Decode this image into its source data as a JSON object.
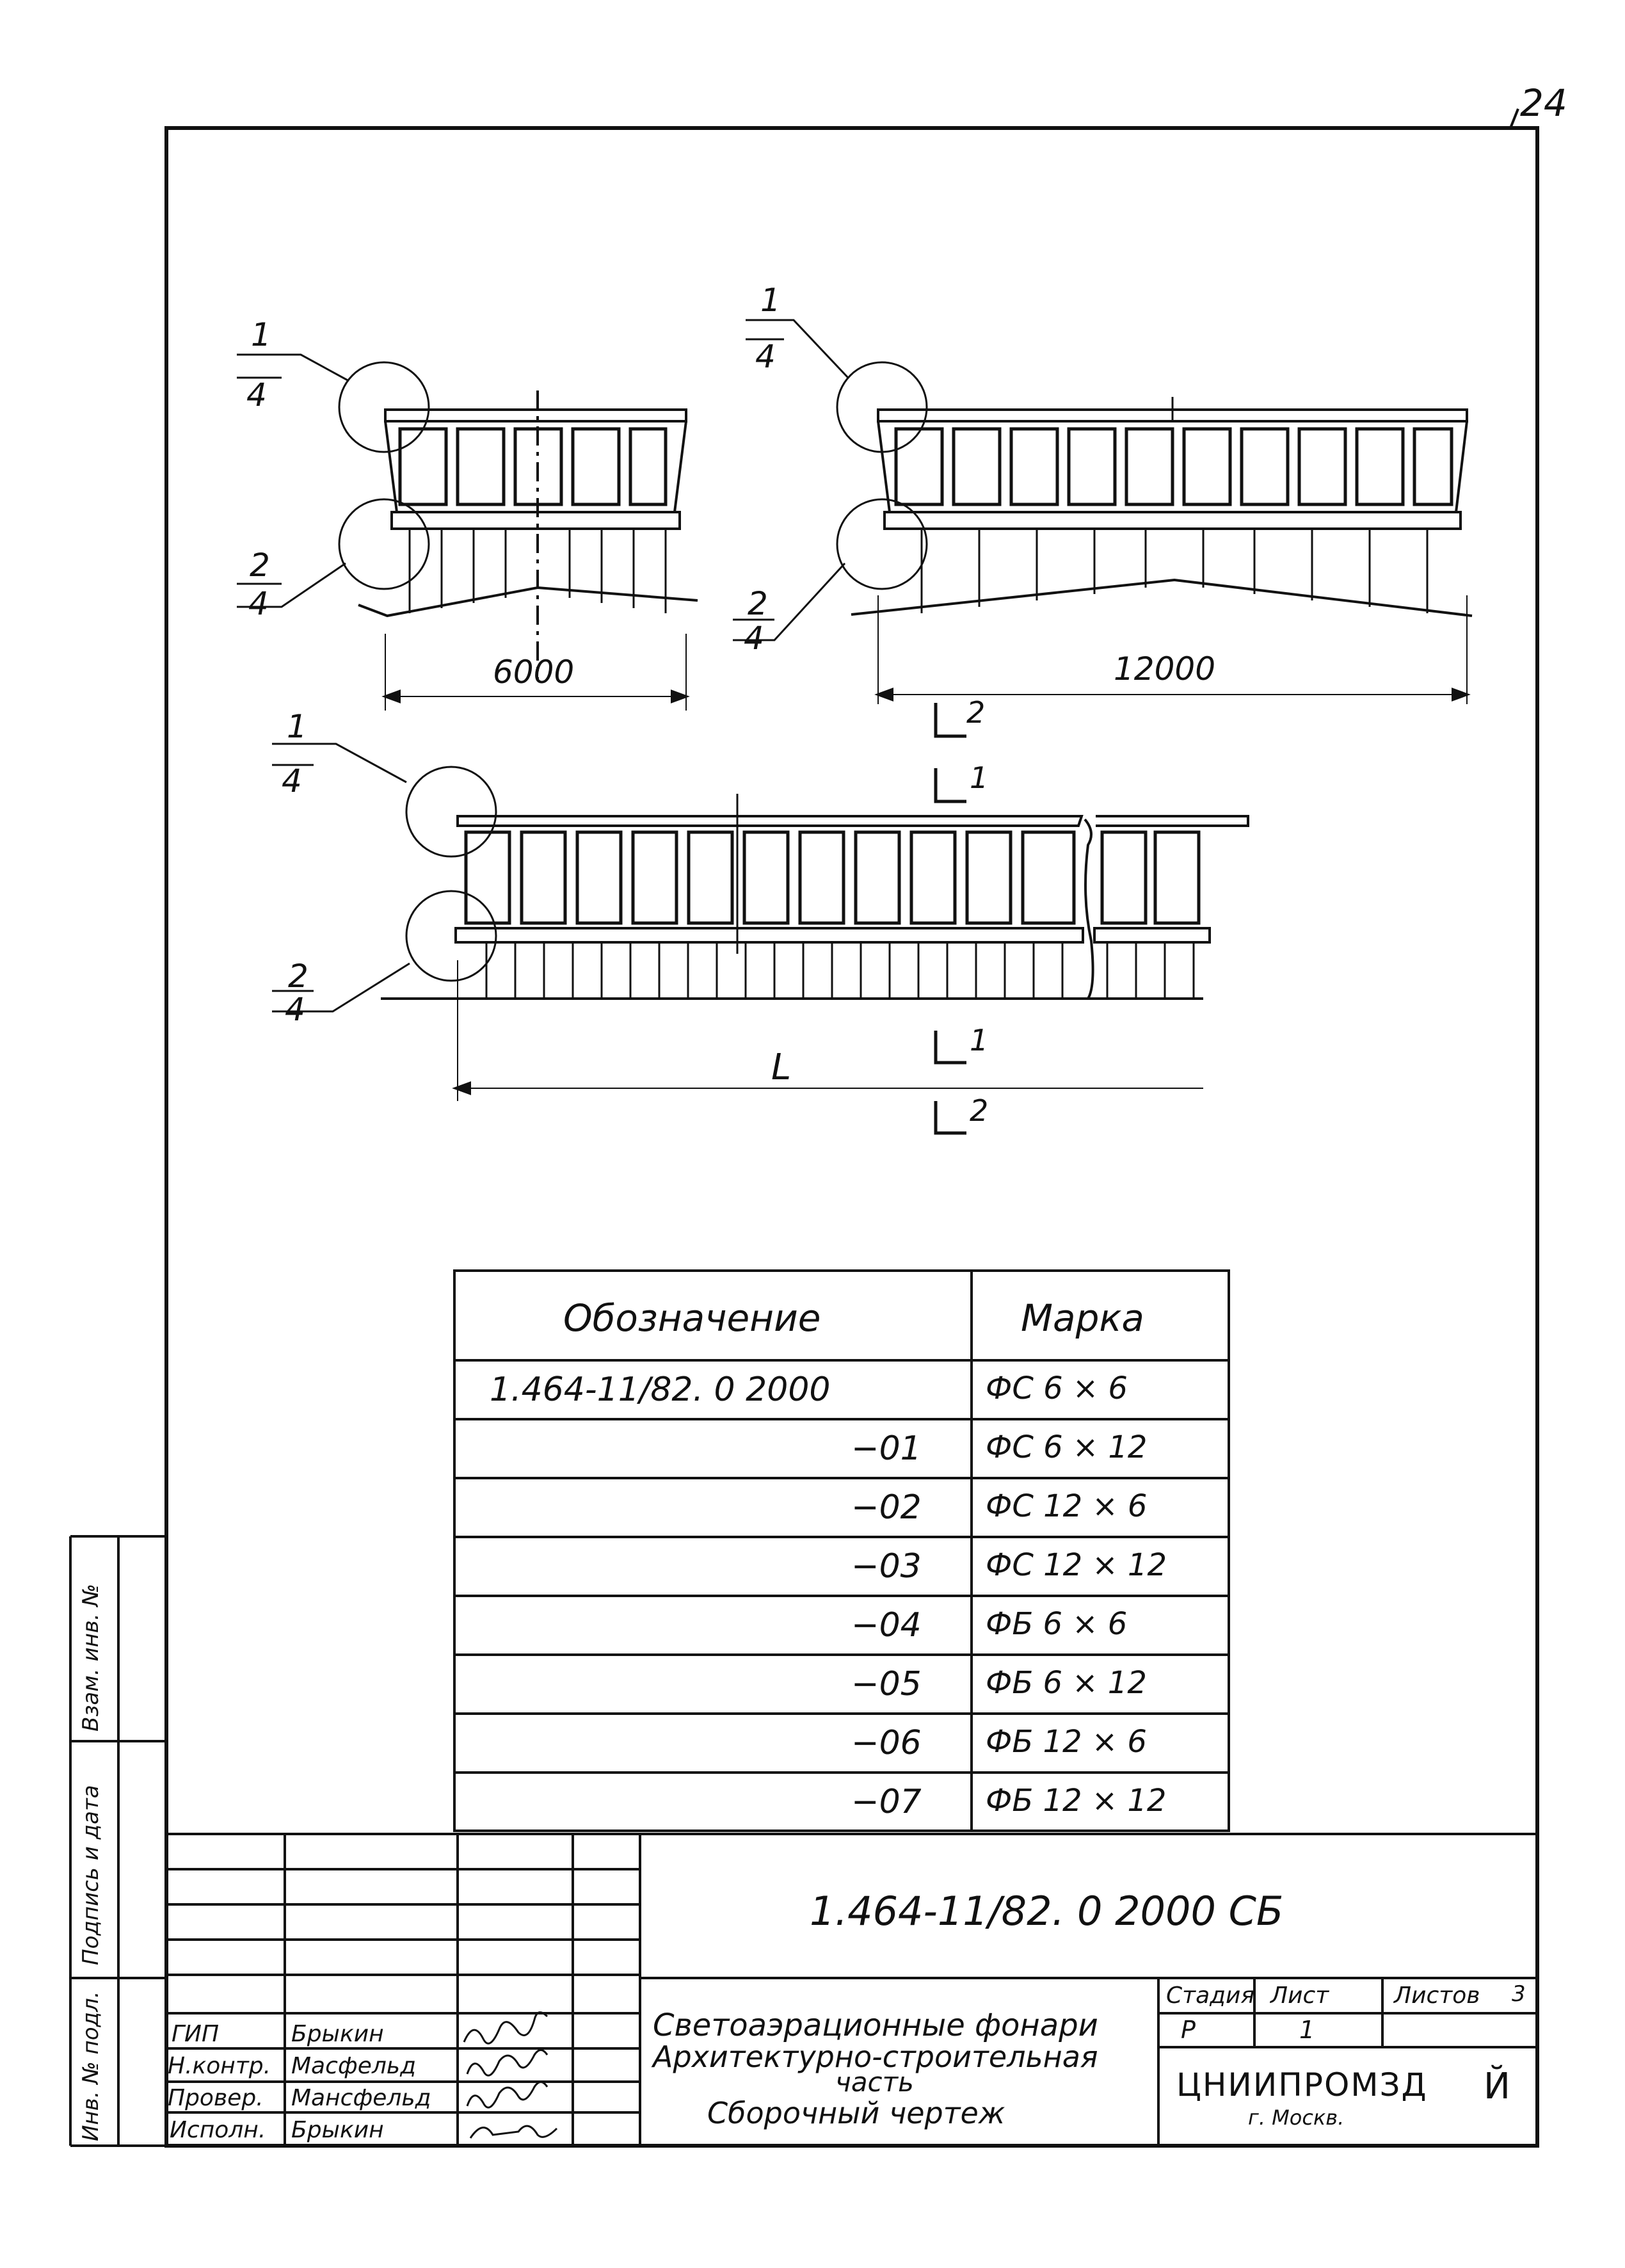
{
  "page_number": "24",
  "drawings": {
    "small_dimension": "6000",
    "medium_dimension": "12000",
    "large_dimension": "L",
    "callout_top": {
      "num": "1",
      "den": "4"
    },
    "callout_bottom": {
      "num": "2",
      "den": "4"
    },
    "section_marks": [
      "2",
      "1",
      "1",
      "2"
    ]
  },
  "table": {
    "headers": [
      "Обозначение",
      "Марка"
    ],
    "rows": [
      {
        "designation": "1.464-11/82. 0 2000",
        "mark": "ФС 6 × 6"
      },
      {
        "designation": "−01",
        "mark": "ФС 6 × 12"
      },
      {
        "designation": "−02",
        "mark": "ФС 12 × 6"
      },
      {
        "designation": "−03",
        "mark": "ФС 12 × 12"
      },
      {
        "designation": "−04",
        "mark": "ФБ 6 × 6"
      },
      {
        "designation": "−05",
        "mark": "ФБ 6 × 12"
      },
      {
        "designation": "−06",
        "mark": "ФБ 12 × 6"
      },
      {
        "designation": "−07",
        "mark": "ФБ 12 × 12"
      }
    ]
  },
  "side_labels": [
    "Инв. № подл.",
    "Подпись и дата",
    "Взам. инв. №"
  ],
  "title_block": {
    "code": "1.464-11/82. 0 2000 СБ",
    "title_line1": "Светоаэрационные фонари",
    "title_line2": "Архитектурно-строительная",
    "title_line3": "часть",
    "title_line4": "Сборочный чертеж",
    "stage_label": "Стадия",
    "sheet_label": "Лист",
    "sheets_label": "Листов",
    "sheets_value": "3",
    "stage_value": "Р",
    "sheet_value": "1",
    "organization": "ЦНИИПРОМЗД",
    "organization_mark": "Й",
    "city": "г. Москв.",
    "staff": [
      {
        "role": "ГИП",
        "name": "Брыкин"
      },
      {
        "role": "Н.контр.",
        "name": "Масфельд"
      },
      {
        "role": "Провер.",
        "name": "Мансфельд"
      },
      {
        "role": "Исполн.",
        "name": "Брыкин"
      }
    ]
  }
}
